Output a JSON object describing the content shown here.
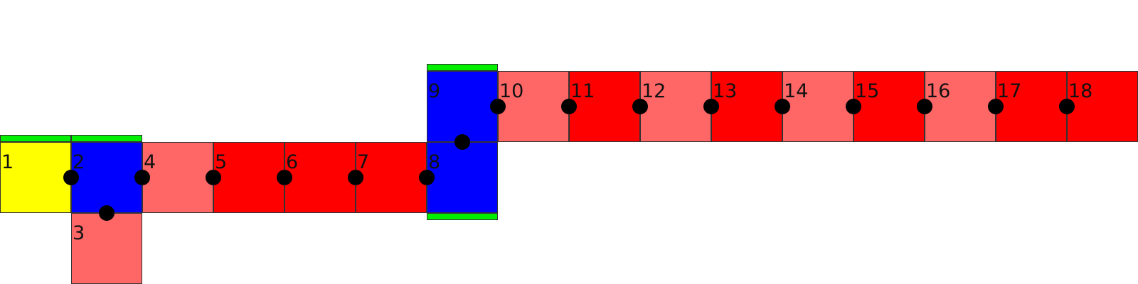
{
  "colors": {
    "yellow": "#ffff00",
    "blue": "#0000ff",
    "light_red": "#ff6666",
    "red": "#ff0000",
    "green_bar": "#00ee00",
    "dot": "#000000",
    "border": "#333333"
  },
  "cells": [
    {
      "label": "1",
      "color": "yellow",
      "col": 0,
      "row": 1
    },
    {
      "label": "2",
      "color": "blue",
      "col": 1,
      "row": 1
    },
    {
      "label": "3",
      "color": "light_red",
      "col": 1,
      "row": 2
    },
    {
      "label": "4",
      "color": "light_red",
      "col": 2,
      "row": 1
    },
    {
      "label": "5",
      "color": "red",
      "col": 3,
      "row": 1
    },
    {
      "label": "6",
      "color": "red",
      "col": 4,
      "row": 1
    },
    {
      "label": "7",
      "color": "red",
      "col": 5,
      "row": 1
    },
    {
      "label": "8",
      "color": "blue",
      "col": 6,
      "row": 1
    },
    {
      "label": "9",
      "color": "blue",
      "col": 6,
      "row": 0
    },
    {
      "label": "10",
      "color": "light_red",
      "col": 7,
      "row": 0
    },
    {
      "label": "11",
      "color": "red",
      "col": 8,
      "row": 0
    },
    {
      "label": "12",
      "color": "light_red",
      "col": 9,
      "row": 0
    },
    {
      "label": "13",
      "color": "red",
      "col": 10,
      "row": 0
    },
    {
      "label": "14",
      "color": "light_red",
      "col": 11,
      "row": 0
    },
    {
      "label": "15",
      "color": "red",
      "col": 12,
      "row": 0
    },
    {
      "label": "16",
      "color": "light_red",
      "col": 13,
      "row": 0
    },
    {
      "label": "17",
      "color": "red",
      "col": 14,
      "row": 0
    },
    {
      "label": "18",
      "color": "red",
      "col": 15,
      "row": 0
    }
  ],
  "green_bars": [
    {
      "cell": "1",
      "side": "top"
    },
    {
      "cell": "2",
      "side": "top"
    },
    {
      "cell": "9",
      "side": "top"
    },
    {
      "cell": "8",
      "side": "bottom"
    }
  ],
  "joints": [
    {
      "between": [
        "1",
        "2"
      ]
    },
    {
      "between": [
        "2",
        "3"
      ]
    },
    {
      "between": [
        "2",
        "4"
      ]
    },
    {
      "between": [
        "4",
        "5"
      ]
    },
    {
      "between": [
        "5",
        "6"
      ]
    },
    {
      "between": [
        "6",
        "7"
      ]
    },
    {
      "between": [
        "7",
        "8"
      ]
    },
    {
      "between": [
        "8",
        "9"
      ]
    },
    {
      "between": [
        "9",
        "10"
      ]
    },
    {
      "between": [
        "10",
        "11"
      ]
    },
    {
      "between": [
        "11",
        "12"
      ]
    },
    {
      "between": [
        "12",
        "13"
      ]
    },
    {
      "between": [
        "13",
        "14"
      ]
    },
    {
      "between": [
        "14",
        "15"
      ]
    },
    {
      "between": [
        "15",
        "16"
      ]
    },
    {
      "between": [
        "16",
        "17"
      ]
    },
    {
      "between": [
        "17",
        "18"
      ]
    }
  ]
}
